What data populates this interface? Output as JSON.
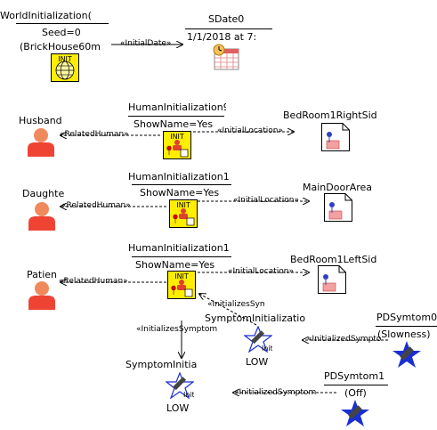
{
  "world_init": {
    "name": "WorldInitialization(",
    "seed": "Seed=0",
    "house": "(BrickHouse60m"
  },
  "sdate": {
    "name": "SDate0",
    "value": "1/1/2018 at 7:"
  },
  "human_inits": [
    {
      "name": "HumanInitialization9",
      "show": "ShowName=Yes"
    },
    {
      "name": "HumanInitialization1",
      "show": "ShowName=Yes"
    },
    {
      "name": "HumanInitialization1",
      "show": "ShowName=Yes"
    }
  ],
  "humans": [
    "Husband",
    "Daughte",
    "Patien"
  ],
  "locations": [
    "BedRoom1RightSid",
    "MainDoorArea",
    "BedRoom1LeftSid"
  ],
  "symptom_init_a": {
    "name": "SymptomInitializatio",
    "text": "LOW"
  },
  "symptom_init_b": {
    "name": "SymptomInitia",
    "text": "LOW"
  },
  "pd_symptoms": [
    {
      "name": "PDSymtom0",
      "state": "(Slowness)"
    },
    {
      "name": "PDSymtom1",
      "state": "(Off)"
    }
  ],
  "icon_labels": {
    "init": "INIT",
    "init_star": "Init"
  },
  "edges": {
    "initial_date": "«InitialDate»",
    "related_human": "«RelatedHuman»",
    "initial_location": "«InitialLocation»",
    "initializes_symptom": "«InitializesSympto",
    "initializes_symptom2": "«InitializesSymptom",
    "initialized_symptom": "«InitializedSympto",
    "initialized_symptom2": "«InitializedSymptom"
  },
  "colors": {
    "init_fill": "#ffee00",
    "person": "#ef4433",
    "person_head": "#f08a5d",
    "star": "#1a2fd0"
  }
}
